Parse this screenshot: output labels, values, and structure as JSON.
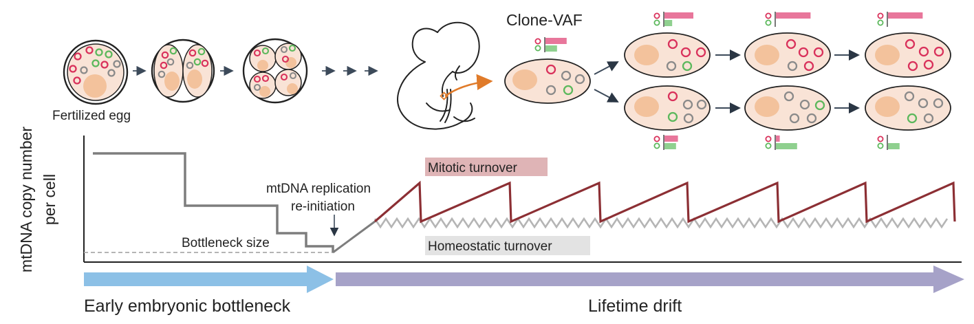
{
  "labels": {
    "fertilized_egg": "Fertilized egg",
    "clone_vaf": "Clone-VAF",
    "y_axis_line1": "mtDNA copy number",
    "y_axis_line2": "per cell",
    "replication_line1": "mtDNA replication",
    "replication_line2": "re-initiation",
    "bottleneck_size": "Bottleneck size",
    "mitotic_turnover": "Mitotic turnover",
    "homeostatic_turnover": "Homeostatic turnover",
    "phase_early": "Early embryonic bottleneck",
    "phase_lifetime": "Lifetime drift"
  },
  "colors": {
    "red_mito": "#d9315b",
    "green_mito": "#5cb85c",
    "grey_mito": "#8a8a8a",
    "cell_fill": "#f9e3d6",
    "nucleus": "#f3c29c",
    "mitotic_line": "#8c2f34",
    "mitotic_label_bg": "#dfb4b6",
    "homeostatic_label_bg": "#e3e3e3",
    "early_arrow": "#8cc0e6",
    "lifetime_arrow": "#a6a2c8",
    "orange_arrow": "#e07b2a",
    "vaf_red_bar": "#e8769b",
    "vaf_green_bar": "#8fd08f"
  },
  "clone_vaf": {
    "founder": {
      "red": 0.55,
      "green": 0.3
    },
    "upper": [
      {
        "red": 0.75,
        "green": 0.2
      },
      {
        "red": 0.9,
        "green": 0.0
      },
      {
        "red": 0.9,
        "green": 0.0
      }
    ],
    "lower": [
      {
        "red": 0.35,
        "green": 0.3
      },
      {
        "red": 0.1,
        "green": 0.55
      },
      {
        "red": 0.0,
        "green": 0.3
      }
    ]
  }
}
